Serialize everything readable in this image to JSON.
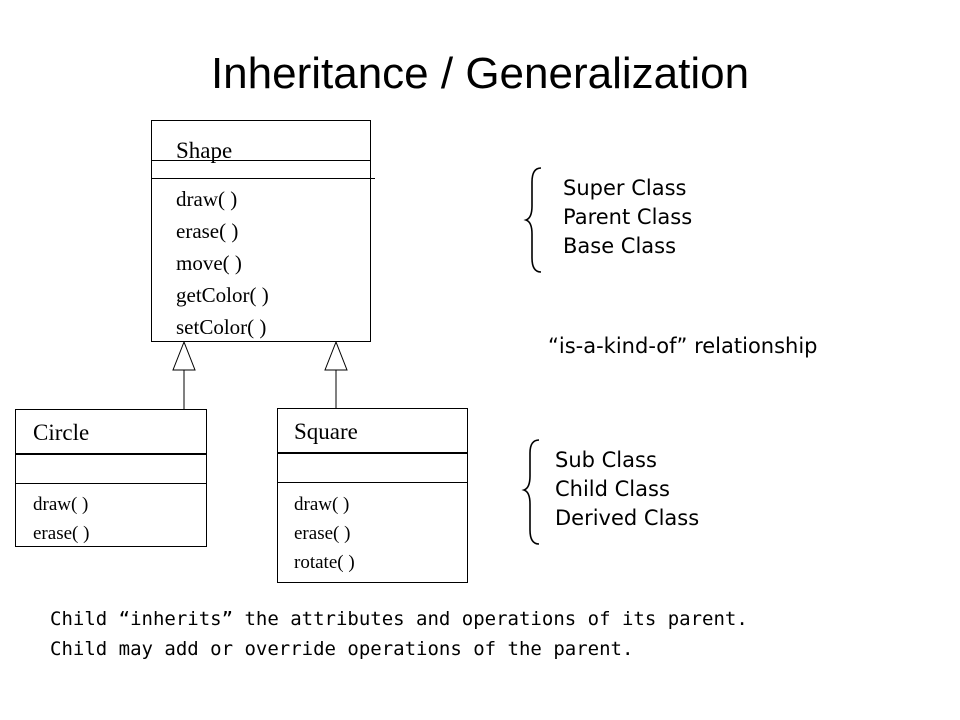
{
  "title": "Inheritance / Generalization",
  "classes": {
    "shape": {
      "name": "Shape",
      "operations": [
        "draw( )",
        "erase( )",
        "move( )",
        "getColor( )",
        "setColor( )"
      ]
    },
    "circle": {
      "name": "Circle",
      "operations": [
        "draw( )",
        "erase( )"
      ]
    },
    "square": {
      "name": "Square",
      "operations": [
        "draw( )",
        "erase( )",
        "rotate( )"
      ]
    }
  },
  "super_labels": [
    "Super Class",
    "Parent Class",
    "Base Class"
  ],
  "relationship": "“is-a-kind-of” relationship",
  "sub_labels": [
    "Sub Class",
    "Child Class",
    "Derived Class"
  ],
  "footer": [
    "Child “inherits” the attributes and operations of its parent.",
    "Child may add or override operations of the parent."
  ]
}
